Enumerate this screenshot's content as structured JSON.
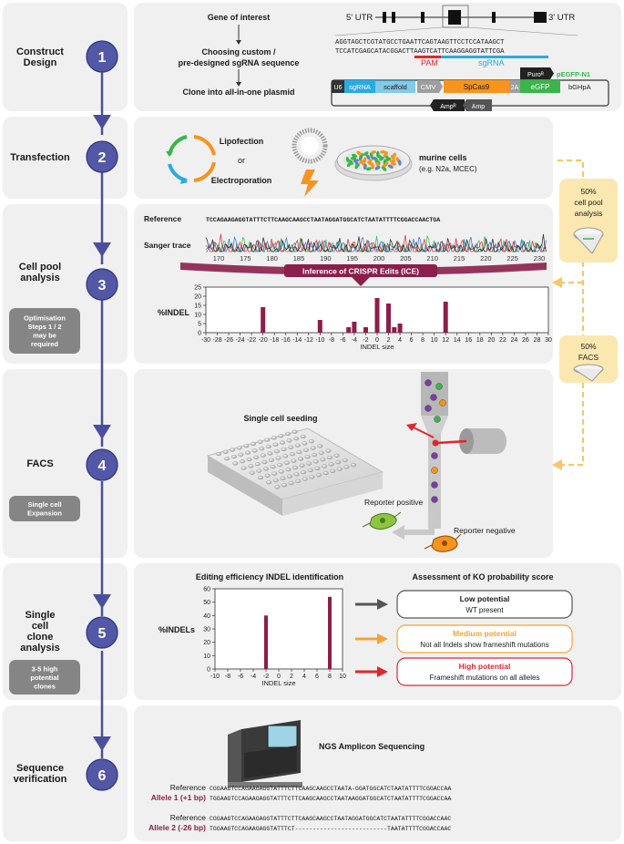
{
  "steps": [
    {
      "num": "1",
      "title": [
        "Construct",
        "Design"
      ]
    },
    {
      "num": "2",
      "title": [
        "Transfection"
      ]
    },
    {
      "num": "3",
      "title": [
        "Cell pool",
        "analysis"
      ],
      "badge": [
        "Optimisation",
        "Steps 1 / 2",
        "may be",
        "required"
      ]
    },
    {
      "num": "4",
      "title": [
        "FACS"
      ],
      "badge": [
        "Single cell",
        "Expansion"
      ]
    },
    {
      "num": "5",
      "title": [
        "Single",
        "cell",
        "clone",
        "analysis"
      ],
      "badge": [
        "3-5 high",
        "potential",
        "clones"
      ]
    },
    {
      "num": "6",
      "title": [
        "Sequence",
        "verification"
      ]
    }
  ],
  "design": {
    "flow": [
      "Gene of interest",
      "Choosing custom /",
      "pre-designed sgRNA sequence",
      "Clone into all-in-one plasmid"
    ],
    "utr5": "5' UTR",
    "utr3": "3' UTR",
    "seq_top": "AGGTAGCTCGTATGCCTGAATTCAGTAAGTTCCTCCATAAGCT",
    "seq_bottom": "TCCATCGAGCATACGGACTTAAGTCATTCAAGGAGGTATTCGA",
    "pam": "PAM",
    "sgrna": "sgRNA",
    "plasmid": {
      "u6": "U6",
      "sgrna": "sgRNA",
      "scaffold": "scaffold",
      "cmv": "CMV",
      "spcas9": "SpCas9",
      "twoa": "2A",
      "egfp": "eGFP",
      "bghpa": "bGHpA",
      "puro": "Puroᴿ",
      "vector": "pEGFP-N1",
      "ampr": "Ampᴿ",
      "amp": "Amp"
    },
    "colors": {
      "sgrna": "#29abe2",
      "cmv": "#9e9e9e",
      "spcas9": "#f7941d",
      "egfp": "#39b54a",
      "pam": "#e0262d"
    }
  },
  "transfection": {
    "lipofection": "Lipofection",
    "or": "or",
    "electroporation": "Electroporation",
    "cells": "murine cells",
    "cells_eg": "(e.g. N2a, MCEC)"
  },
  "side": {
    "pool": [
      "50%",
      "cell pool",
      "analysis"
    ],
    "facs": [
      "50%",
      "FACS"
    ]
  },
  "ice": {
    "reference_label": "Reference",
    "reference_seq": "TCCAGAAGAGGTATTTCTTCAAGCAAGCCTAATAGGATGGCATCTAATATTTTCGGACCAACTGA",
    "sanger_label": "Sanger trace",
    "trace_ticks": [
      "170",
      "175",
      "180",
      "185",
      "190",
      "195",
      "200",
      "205",
      "210",
      "215",
      "220",
      "225",
      "230"
    ],
    "banner": "Inference of CRISPR Edits (ICE)"
  },
  "chart_data": [
    {
      "type": "bar",
      "ylabel": "%INDEL",
      "xlabel": "INDEL size",
      "xlim": [
        -30,
        30
      ],
      "ylim": [
        0,
        25
      ],
      "yticks": [
        0,
        5,
        10,
        15,
        20,
        25
      ],
      "xticks": [
        -30,
        -28,
        -26,
        -24,
        -22,
        -20,
        -18,
        -16,
        -14,
        -12,
        -10,
        -8,
        -6,
        -4,
        -2,
        0,
        2,
        4,
        6,
        8,
        10,
        12,
        14,
        16,
        18,
        20,
        22,
        24,
        26,
        28,
        30
      ],
      "x": [
        -20,
        -10,
        -5,
        -4,
        -2,
        0,
        2,
        3,
        4,
        12
      ],
      "values": [
        14,
        7,
        3,
        6,
        3,
        19,
        16,
        3,
        5,
        17
      ],
      "color": "#8b1e4b"
    },
    {
      "type": "bar",
      "title": "Editing efficiency INDEL identification",
      "ylabel": "%INDELs",
      "xlabel": "INDEL size",
      "xlim": [
        -10,
        10
      ],
      "ylim": [
        0,
        60
      ],
      "yticks": [
        0,
        10,
        20,
        30,
        40,
        50,
        60
      ],
      "xticks": [
        -10,
        -8,
        -6,
        -4,
        -2,
        0,
        2,
        4,
        6,
        8,
        10
      ],
      "x": [
        -2,
        8
      ],
      "values": [
        40,
        54
      ],
      "color": "#8b1e4b"
    }
  ],
  "facs": {
    "seeding": "Single cell seeding",
    "positive": "Reporter positive",
    "negative": "Reporter negative"
  },
  "ko": {
    "title": "Assessment of KO probability score",
    "levels": [
      {
        "title": "Low potential",
        "desc": "WT present",
        "color": "#555555"
      },
      {
        "title": "Medium potential",
        "desc": "Not all Indels show frameshift mutations",
        "color": "#f7a234"
      },
      {
        "title": "High potential",
        "desc": "Frameshift mutations on all alleles",
        "color": "#e0262d"
      }
    ]
  },
  "ngs": {
    "title": "NGS Amplicon Sequencing",
    "reference_label": "Reference",
    "allele1_label": "Allele 1 (+1 bp)",
    "allele2_label": "Allele 2 (-26 bp)",
    "ref1": "CGGAAGTCCAGAAGAGGTATTTCTTCAAGCAAGCCTAATA-GGATGGCATCTAATATTTTCGGACCAA",
    "a1": "TGGAAGTCCAGAAGAGGTATTTCTTCAAGCAAGCCTAATAAGGATGGCATCTAATATTTTCGGACCAA",
    "ref2": "CGGAAGTCCAGAAGAGGTATTTCTTCAAGCAAGCCTAATAGGATGGCATCTAATATTTTCGGACCAAC",
    "a2": "TGGAAGTCCAGAAGAGGTATTTCT--------------------------TAATATTTTCGGACCAAC"
  }
}
